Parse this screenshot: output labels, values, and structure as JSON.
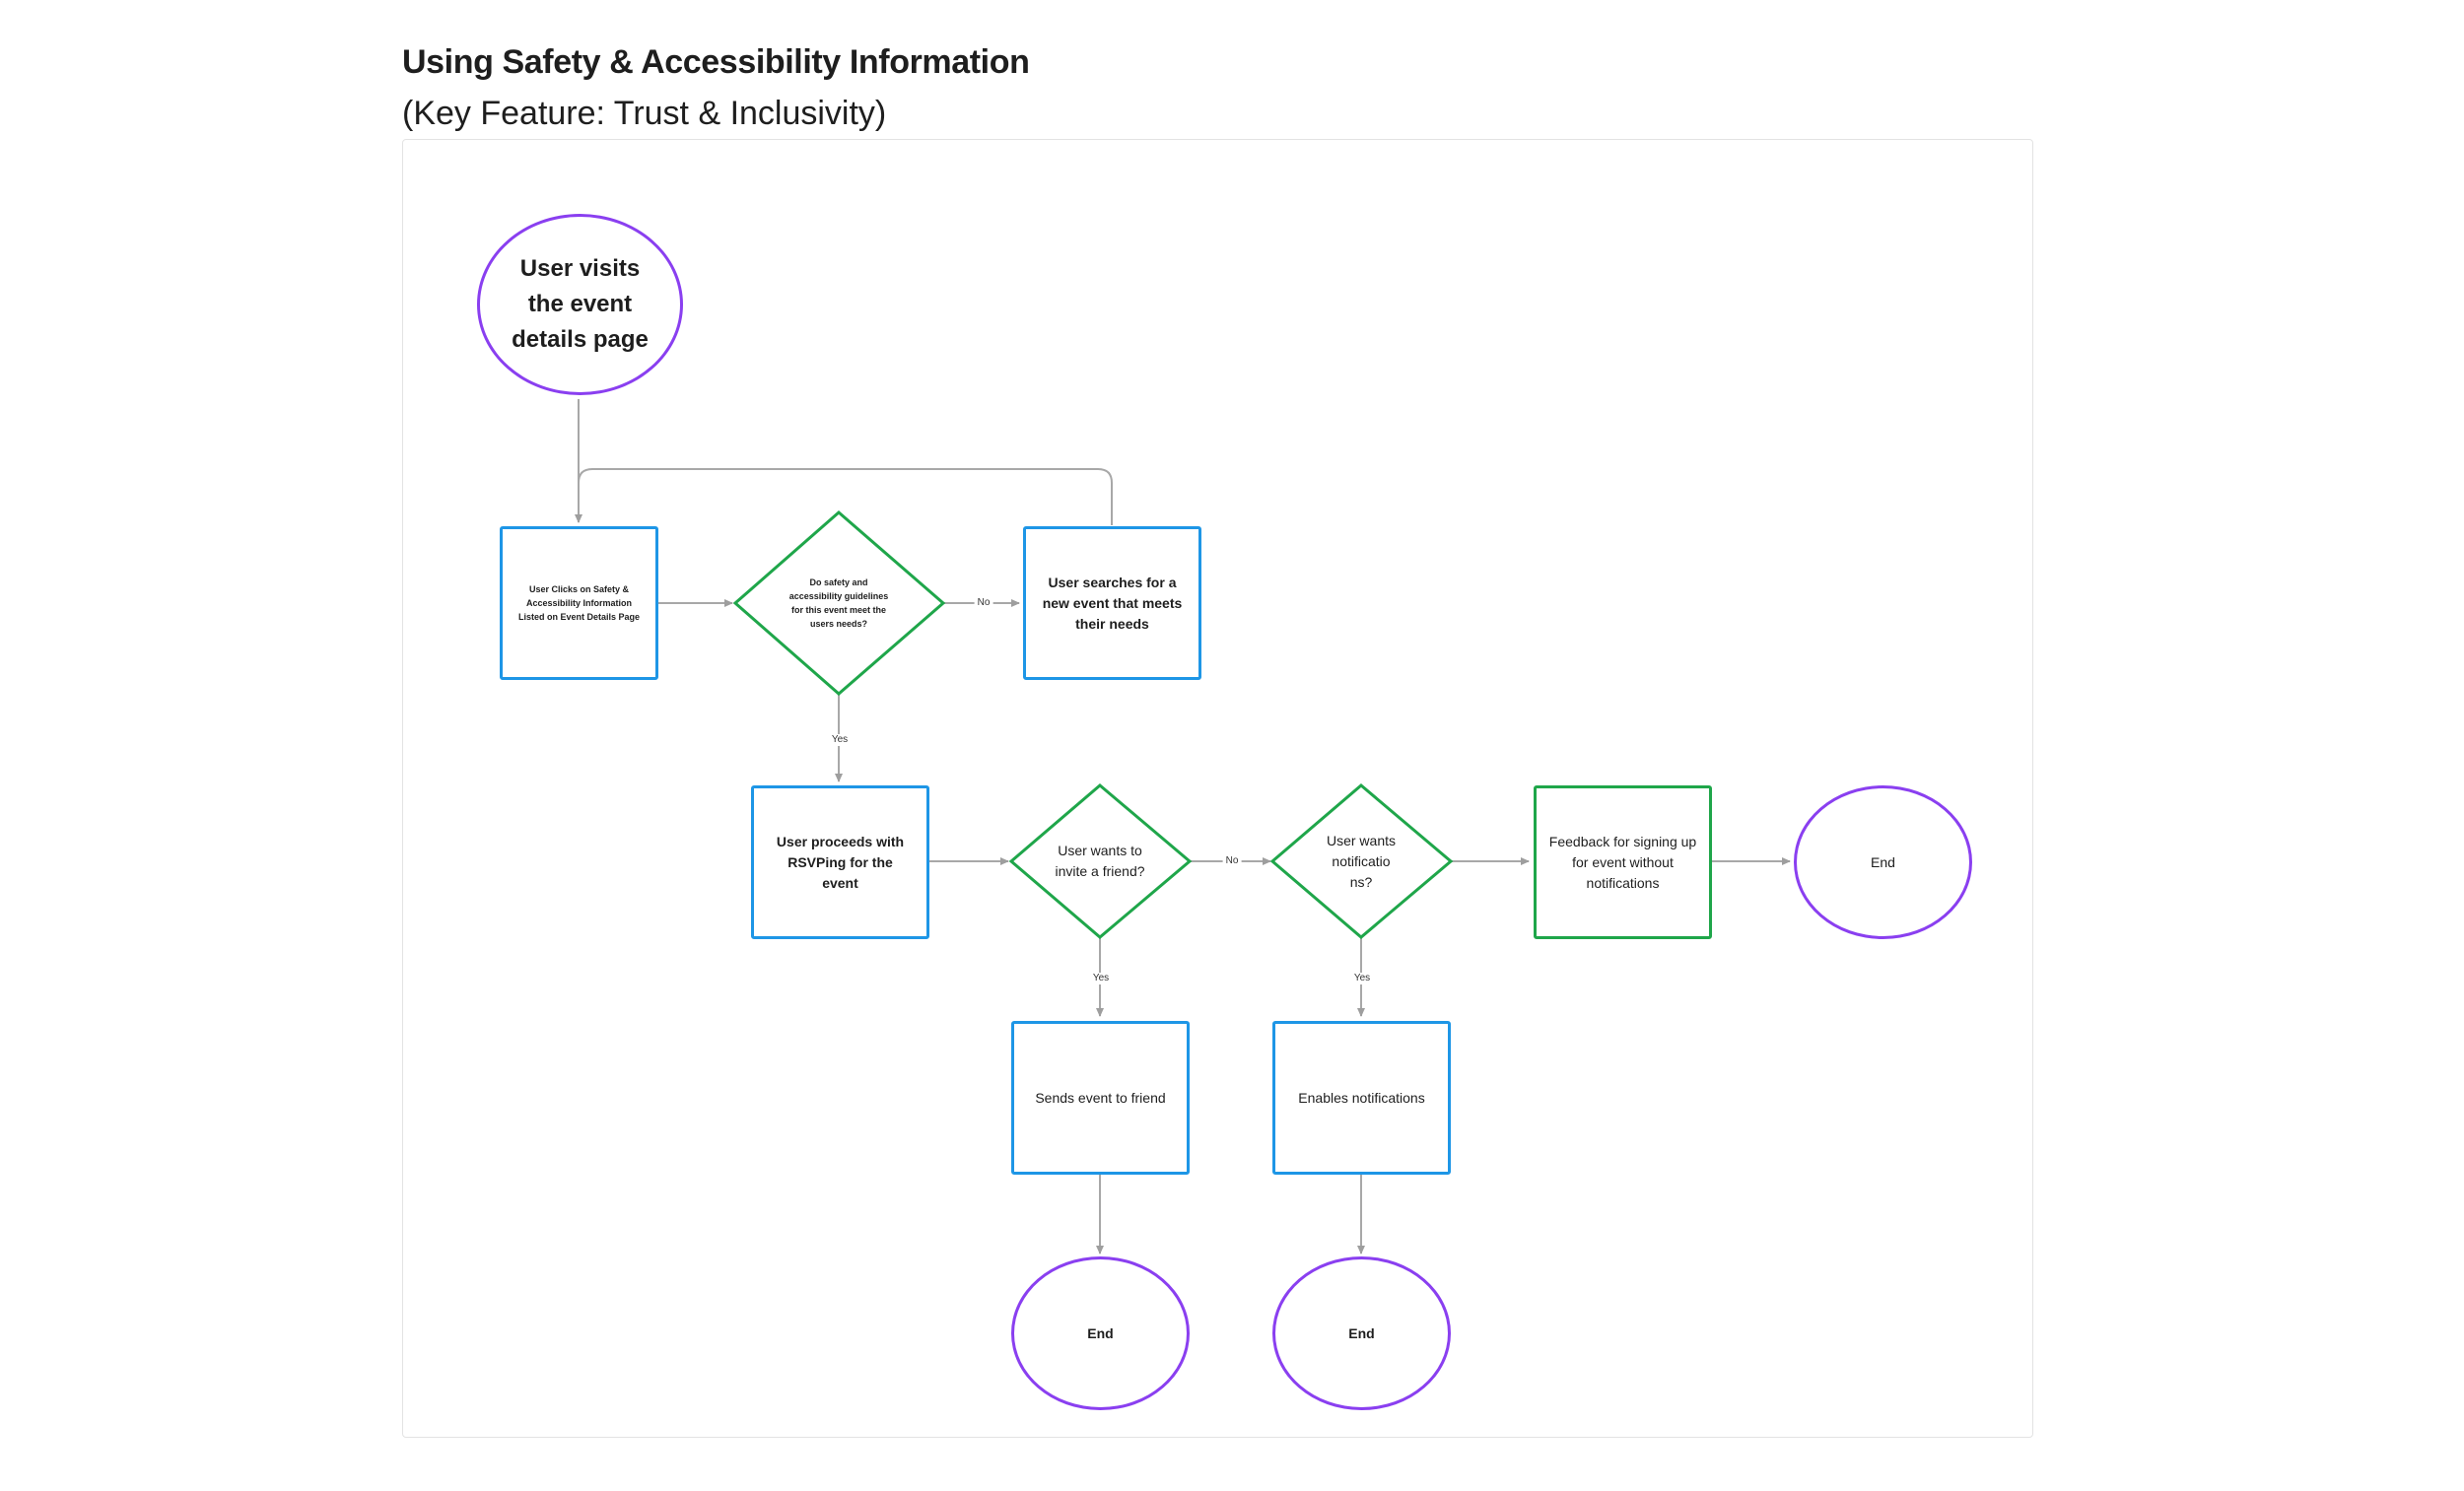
{
  "header": {
    "title": "Using Safety & Accessibility Information",
    "subtitle": "(Key Feature: Trust & Inclusivity)"
  },
  "colors": {
    "process_border": "#1e96e6",
    "decision_border": "#1fa64a",
    "terminal_border": "#8a3ff0",
    "connector": "#9e9e9e"
  },
  "nodes": {
    "start": "User visits the event details page",
    "click_safety": "User Clicks on Safety & Accessibility Information Listed on Event Details Page",
    "decision_guidelines": "Do safety and accessibility guidelines for this event meet the users needs?",
    "search_new_event": "User searches for a new event that meets their needs",
    "rsvp": "User proceeds with RSVPing for the event",
    "decision_invite": "User wants to invite a friend?",
    "decision_notifications": "User wants notificatio ns?",
    "feedback": "Feedback for signing up for event without notifications",
    "end_right": "End",
    "send_friend": "Sends event to friend",
    "enable_notifications": "Enables notifications",
    "end_friend": "End",
    "end_notifications": "End"
  },
  "edge_labels": {
    "guidelines_no": "No",
    "guidelines_yes": "Yes",
    "invite_no": "No",
    "invite_yes": "Yes",
    "notifications_yes": "Yes"
  }
}
